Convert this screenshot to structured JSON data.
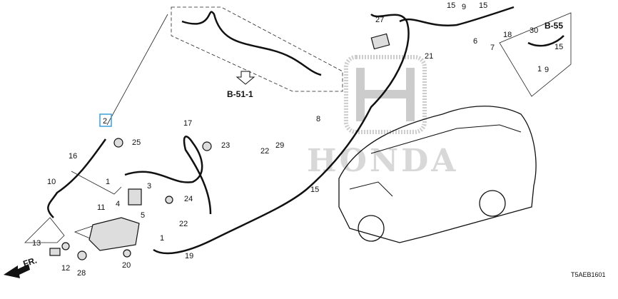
{
  "diagram": {
    "callouts": [
      {
        "id": "c2",
        "text": "2",
        "highlighted": true
      },
      {
        "id": "c25",
        "text": "25"
      },
      {
        "id": "c16",
        "text": "16"
      },
      {
        "id": "c10",
        "text": "10"
      },
      {
        "id": "c1a",
        "text": "1"
      },
      {
        "id": "c3",
        "text": "3"
      },
      {
        "id": "c4",
        "text": "4"
      },
      {
        "id": "c24",
        "text": "24"
      },
      {
        "id": "c5",
        "text": "5"
      },
      {
        "id": "c11",
        "text": "11"
      },
      {
        "id": "c17",
        "text": "17"
      },
      {
        "id": "c23",
        "text": "23"
      },
      {
        "id": "c22a",
        "text": "22"
      },
      {
        "id": "c29",
        "text": "29"
      },
      {
        "id": "c22b",
        "text": "22"
      },
      {
        "id": "c1b",
        "text": "1"
      },
      {
        "id": "c13",
        "text": "13"
      },
      {
        "id": "c12",
        "text": "12"
      },
      {
        "id": "c28",
        "text": "28"
      },
      {
        "id": "c20",
        "text": "20"
      },
      {
        "id": "c19",
        "text": "19"
      },
      {
        "id": "c15a",
        "text": "15"
      },
      {
        "id": "c8",
        "text": "8"
      },
      {
        "id": "c27",
        "text": "27"
      },
      {
        "id": "c21",
        "text": "21"
      },
      {
        "id": "c15b",
        "text": "15"
      },
      {
        "id": "c9a",
        "text": "9"
      },
      {
        "id": "c15c",
        "text": "15"
      },
      {
        "id": "c6",
        "text": "6"
      },
      {
        "id": "c7",
        "text": "7"
      },
      {
        "id": "c18",
        "text": "18"
      },
      {
        "id": "c30",
        "text": "30"
      },
      {
        "id": "c15d",
        "text": "15"
      },
      {
        "id": "c1c",
        "text": "1"
      },
      {
        "id": "c9b",
        "text": "9"
      }
    ],
    "references": {
      "b511": "B-51-1",
      "b55": "B-55"
    },
    "front_label": "FR.",
    "diagram_code": "T5AEB1601",
    "watermark": "HONDA",
    "highlight_color": "#3aa0d8"
  }
}
